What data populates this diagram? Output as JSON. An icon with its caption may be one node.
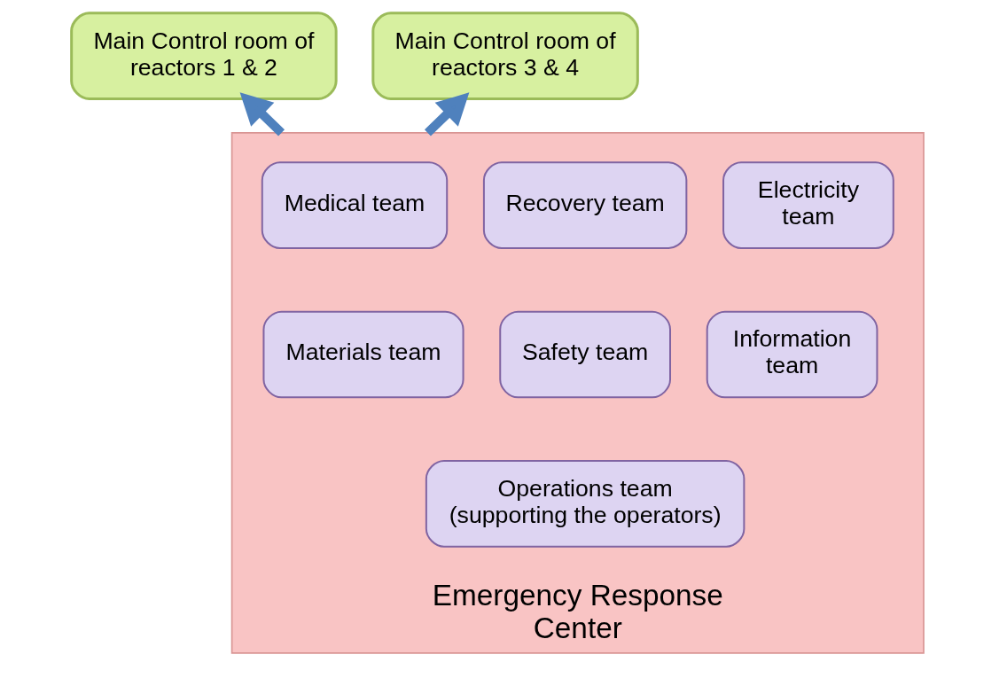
{
  "diagram": {
    "nodes": [
      {
        "text": [
          "Main Control room of reactors 1 & 2"
        ]
      },
      {
        "text": [
          "Main Control room of reactors 3 & 4"
        ]
      },
      {
        "text": [
          "Emergency Response Center"
        ]
      },
      {
        "text": [
          "Medical team"
        ],
        "in": 2
      },
      {
        "text": [
          "Recovery team"
        ],
        "in": 2
      },
      {
        "text": [
          "Electricity team"
        ],
        "in": 2
      },
      {
        "text": [
          "Materials team"
        ],
        "in": 2
      },
      {
        "text": [
          "Safety team"
        ],
        "in": 2
      },
      {
        "text": [
          "Information team"
        ],
        "in": 2
      },
      {
        "text": [
          "Operations team (supporting the operators)"
        ],
        "in": 2
      }
    ],
    "edges": [
      {
        "from": 2,
        "to": 0,
        "arrow": "to"
      },
      {
        "from": 2,
        "to": 1,
        "arrow": "to"
      }
    ]
  }
}
